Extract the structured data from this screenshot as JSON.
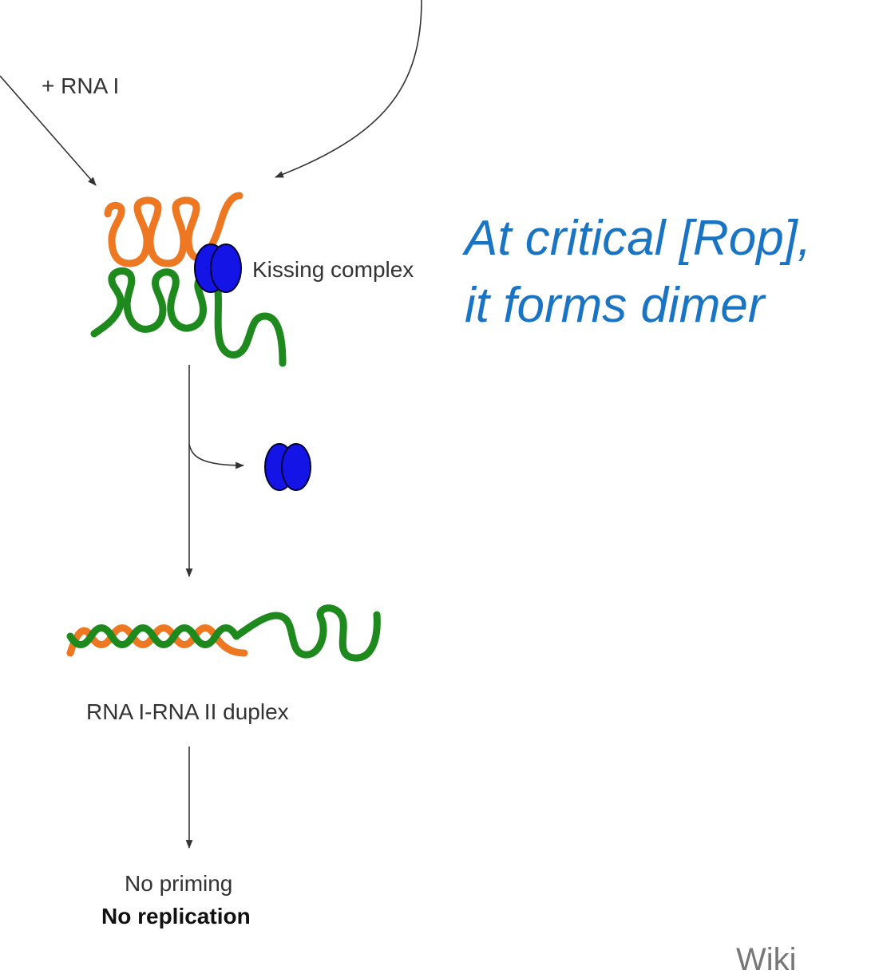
{
  "labels": {
    "rna_i": "+ RNA I",
    "kissing_complex": "Kissing complex",
    "duplex": "RNA I-RNA II duplex",
    "no_priming": "No priming",
    "no_replication": "No replication",
    "watermark": "Wiki"
  },
  "callout": {
    "line1": "At critical [Rop],",
    "line2": "it forms dimer"
  },
  "colors": {
    "rna_i_strand": "#ee7722",
    "rna_ii_strand": "#1e8a1e",
    "rop_protein": "#1414e6",
    "callout_text": "#1a74c4",
    "arrow": "#333333"
  }
}
